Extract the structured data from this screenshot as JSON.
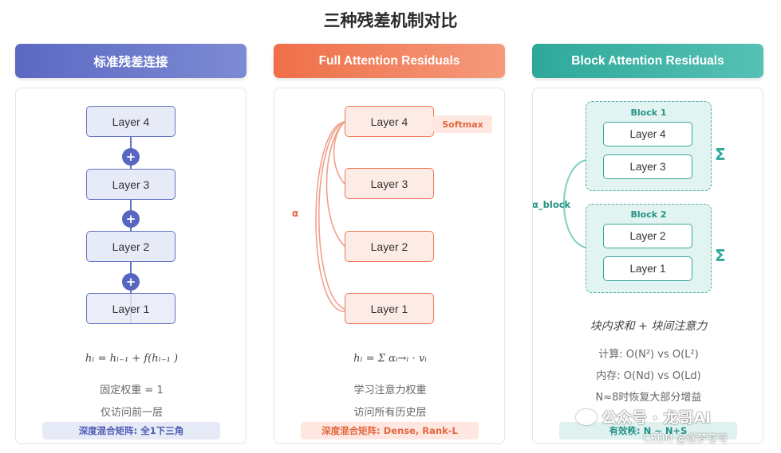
{
  "title": "三种残差机制对比",
  "columns": [
    {
      "header": "标准残差连接",
      "layers": [
        "Layer 4",
        "Layer 3",
        "Layer 2",
        "Layer 1"
      ],
      "plus": "+",
      "formula": "h_l = h_l-₁ + f(h_l-₁)",
      "formula_display": "hₗ = hₗ₋₁   + f(hₗ₋₁   )",
      "notes": [
        "固定权重 = 1",
        "仅访问前一层"
      ],
      "tag": "深度混合矩阵: 全1下三角"
    },
    {
      "header": "Full Attention Residuals",
      "layers": [
        "Layer 4",
        "Layer 3",
        "Layer 2",
        "Layer 1"
      ],
      "softmax": "Softmax",
      "alpha": "α",
      "formula_display": "hₗ = Σ αᵢ→ₗ · vᵢ",
      "notes": [
        "学习注意力权重",
        "访问所有历史层"
      ],
      "tag": "深度混合矩阵: Dense, Rank-L"
    },
    {
      "header": "Block Attention Residuals",
      "blocks": [
        {
          "title": "Block 1",
          "layers": [
            "Layer 4",
            "Layer 3"
          ]
        },
        {
          "title": "Block 2",
          "layers": [
            "Layer 2",
            "Layer 1"
          ]
        }
      ],
      "sigma": "Σ",
      "alpha_block": "α_block",
      "subtitle": "块内求和 + 块间注意力",
      "notes": [
        "计算: O(N²) vs O(L²)",
        "内存: O(Nd) vs O(Ld)",
        "N≈8时恢复大部分增益"
      ],
      "tag": "有效秩: N ~ N+S"
    }
  ],
  "watermark": {
    "text": "公众号 · 龙哥AI",
    "csdn": "CSDN @逐梦苍穹"
  },
  "colors": {
    "blue": "#5b69c2",
    "orange": "#ef6f48",
    "teal": "#2ea89a"
  }
}
